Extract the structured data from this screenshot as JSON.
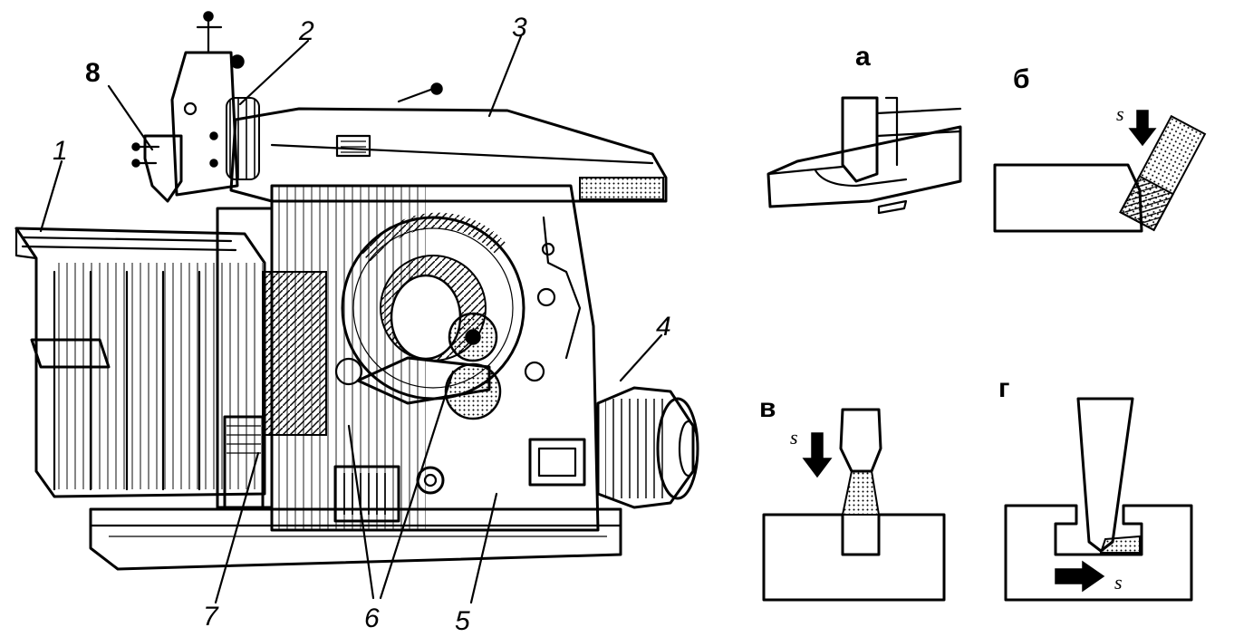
{
  "machine_labels": {
    "l1": "1",
    "l2": "2",
    "l3": "3",
    "l4": "4",
    "l5": "5",
    "l6": "6",
    "l7": "7",
    "l8": "8"
  },
  "panels": {
    "a": {
      "label": "а"
    },
    "b": {
      "label": "б",
      "feed_symbol": "s"
    },
    "v": {
      "label": "в",
      "feed_symbol": "s"
    },
    "g": {
      "label": "г",
      "feed_symbol": "s"
    }
  }
}
